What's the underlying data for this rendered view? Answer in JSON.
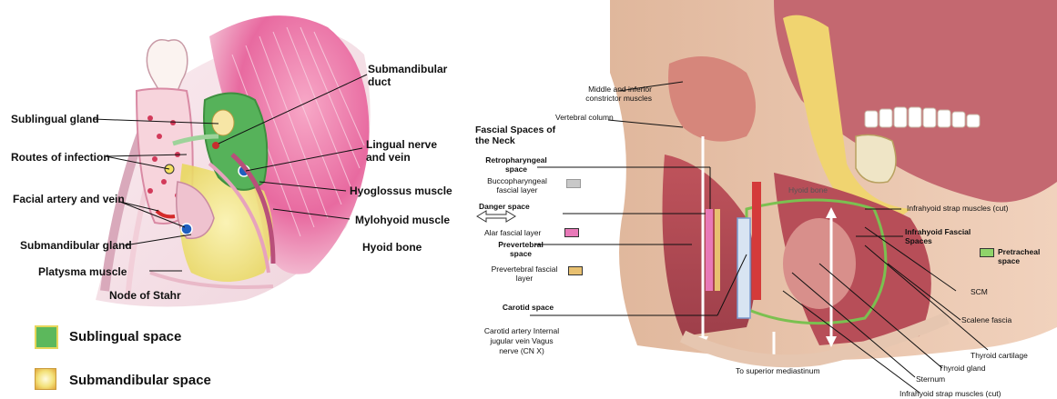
{
  "left": {
    "labels": {
      "submandibular_duct": "Submandibular duct",
      "sublingual_gland": "Sublingual gland",
      "routes_of_infection": "Routes of infection",
      "lingual_nerve_vein": "Lingual nerve and vein",
      "hyoglossus": "Hyoglossus muscle",
      "facial_artery_vein": "Facial artery and vein",
      "mylohyoid": "Mylohyoid muscle",
      "submandibular_gland": "Submandibular gland",
      "hyoid_bone": "Hyoid bone",
      "platysma": "Platysma muscle",
      "node_of_stahr": "Node of Stahr"
    },
    "legend": [
      {
        "label": "Sublingual space",
        "color": "#5cb85c"
      },
      {
        "label": "Submandibular space",
        "color": "#f3e27a"
      }
    ]
  },
  "right": {
    "title": "Fascial Spaces of the Neck",
    "labels": {
      "middle_inferior_constrictor": "Middle and inferior constrictor muscles",
      "vertebral_column": "Vertebral column",
      "retropharyngeal_space": "Retropharyngeal space",
      "buccopharyngeal_layer": "Buccopharyngeal fascial layer",
      "danger_space": "Danger space",
      "alar_layer": "Alar fascial layer",
      "prevertebral_space": "Prevertebral space",
      "prevertebral_layer": "Prevertebral fascial layer",
      "carotid_space": "Carotid space",
      "carotid_contents": "Carotid artery Internal jugular vein Vagus nerve (CN X)",
      "hyoid_bone": "Hyoid bone",
      "infrahyoid_strap_cut_top": "Infrahyoid strap muscles (cut)",
      "infrahyoid_fascial_spaces": "Infrahyoid Fascial Spaces",
      "pretracheal_space": "Pretracheal space",
      "scm": "SCM",
      "scalene_fascia": "Scalene fascia",
      "thyroid_cartilage": "Thyroid cartilage",
      "thyroid_gland": "Thyroid gland",
      "sternum": "Sternum",
      "to_superior_mediastinum": "To superior mediastinum",
      "infrahyoid_strap_cut_bottom": "Infrahyoid strap muscles (cut)"
    },
    "swatches": {
      "buccopharyngeal": "#c8c8c8",
      "alar": "#e879b8",
      "prevertebral": "#e8c070",
      "pretracheal": "#8fd46a"
    }
  }
}
